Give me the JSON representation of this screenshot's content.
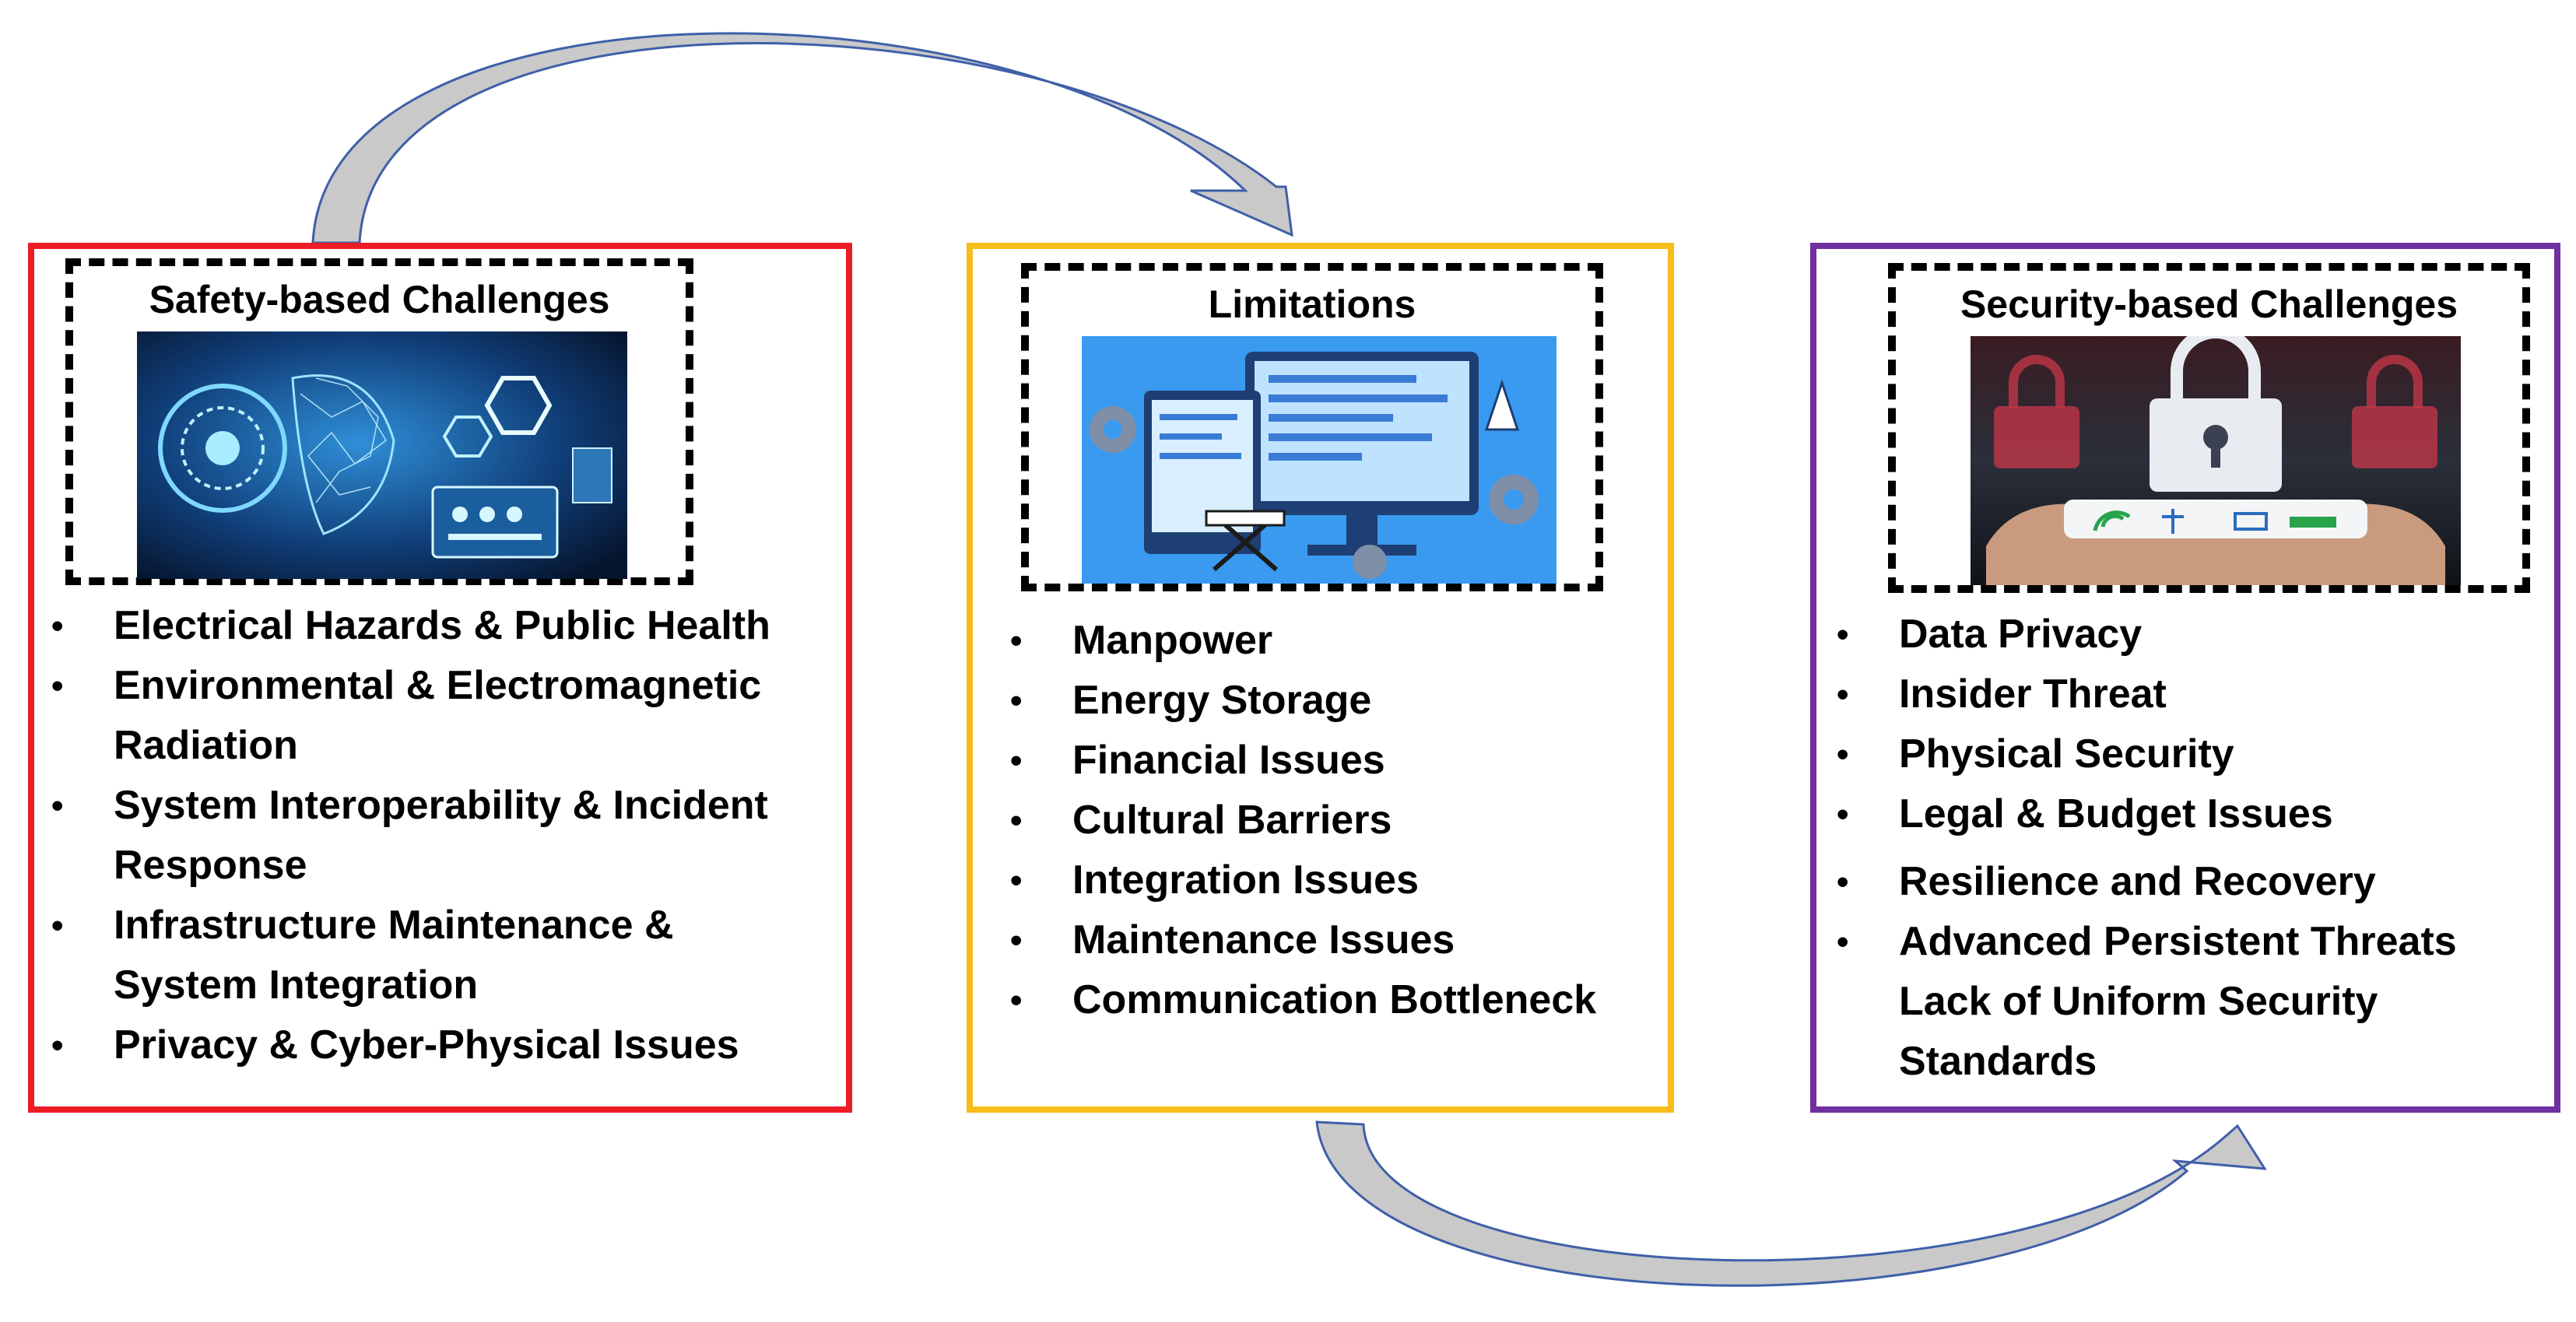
{
  "colors": {
    "safety_border": "#ee1c24",
    "limitations_border": "#f7bd1a",
    "security_border": "#7030a0",
    "arrow_fill": "#c9c9c9",
    "arrow_stroke": "#3f5fa8",
    "dashed_frame": "#000000"
  },
  "panels": {
    "safety": {
      "title": "Safety-based Challenges",
      "image_icon": "ai-face-hologram-icon",
      "items": [
        "Electrical Hazards & Public Health",
        "Environmental & Electromagnetic",
        "Radiation",
        "System Interoperability & Incident",
        "Response",
        "Infrastructure Maintenance &",
        "System Integration",
        "Privacy & Cyber-Physical Issues"
      ]
    },
    "limitations": {
      "title": "Limitations",
      "image_icon": "monitors-construction-icon",
      "items": [
        "Manpower",
        "Energy Storage",
        "Financial Issues",
        "Cultural Barriers",
        "Integration Issues",
        "Maintenance Issues",
        "Communication Bottleneck"
      ]
    },
    "security": {
      "title": "Security-based Challenges",
      "image_icon": "padlock-hands-tablet-icon",
      "items": [
        "Data Privacy",
        "Insider Threat",
        "Physical Security",
        "Legal & Budget Issues",
        "Resilience and Recovery",
        "Advanced Persistent Threats",
        "Lack of Uniform Security",
        "Standards"
      ]
    }
  },
  "bullet_symbol": "•"
}
